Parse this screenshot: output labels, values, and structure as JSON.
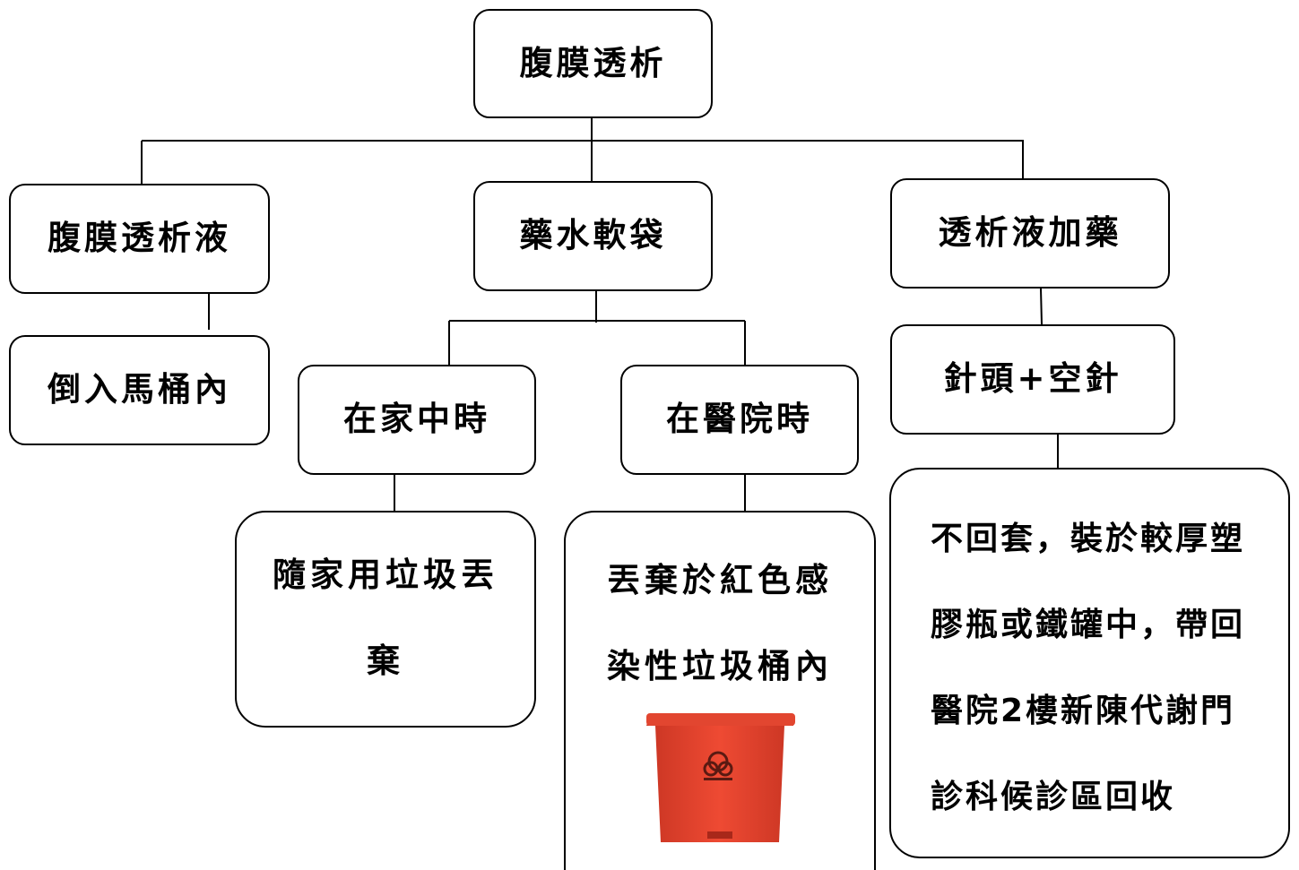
{
  "nodes": {
    "root": "腹膜透析",
    "fluid": "腹膜透析液",
    "bag": "藥水軟袋",
    "meds": "透析液加藥",
    "toilet": "倒入馬桶內",
    "home": "在家中時",
    "hospital": "在醫院時",
    "needle": "針頭+空針",
    "home_disposal": [
      "隨家用垃圾丟",
      "棄"
    ],
    "hospital_disposal": [
      "丟棄於紅色感",
      "染性垃圾桶內"
    ],
    "needle_disposal": [
      "不回套，裝於較厚塑",
      "膠瓶或鐵罐中，帶回",
      "醫院2樓新陳代謝門",
      "診科候診區回收"
    ]
  },
  "icons": {
    "bin": "red-biohazard-trash-bin-icon"
  },
  "colors": {
    "line": "#000000",
    "bin_red": "#e8432f"
  }
}
